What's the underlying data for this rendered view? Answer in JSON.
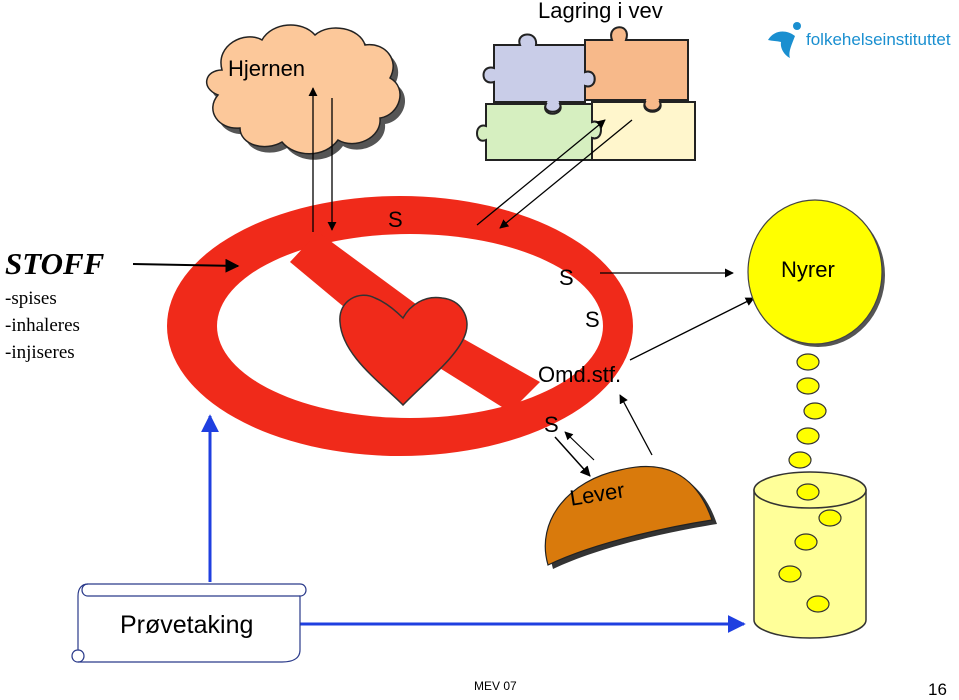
{
  "brand": {
    "name": "folkehelseinstituttet",
    "color": "#1a8fd0"
  },
  "labels": {
    "brain": "Hjernen",
    "storage": "Lagring i vev",
    "substance_title": "STOFF",
    "routes": [
      "-spises",
      "-inhaleres",
      "-injiseres"
    ],
    "s_top": "S",
    "s_right1": "S",
    "s_right2": "S",
    "metabolite": "Omd.stf.",
    "s_bottom": "S",
    "kidneys": "Nyrer",
    "liver": "Lever",
    "sampling": "Prøvetaking"
  },
  "footer": {
    "left": "MEV 07",
    "page": "16"
  },
  "colors": {
    "prohibition_red": "#f02a1a",
    "brain": "#fcc89a",
    "kidneys": "#ffff00",
    "liver": "#d97a0c",
    "beaker": "#ffff99",
    "blue_arrow": "#1f3fe0",
    "puzzle": [
      "#c9cde8",
      "#f7b98a",
      "#d6efc0",
      "#fff6cc"
    ]
  },
  "icons": [
    "brain-cloud-icon",
    "puzzle-pieces-icon",
    "prohibition-sign-icon",
    "heart-icon",
    "kidneys-icon",
    "liver-icon",
    "beaker-icon",
    "scroll-icon",
    "logo-icon"
  ]
}
